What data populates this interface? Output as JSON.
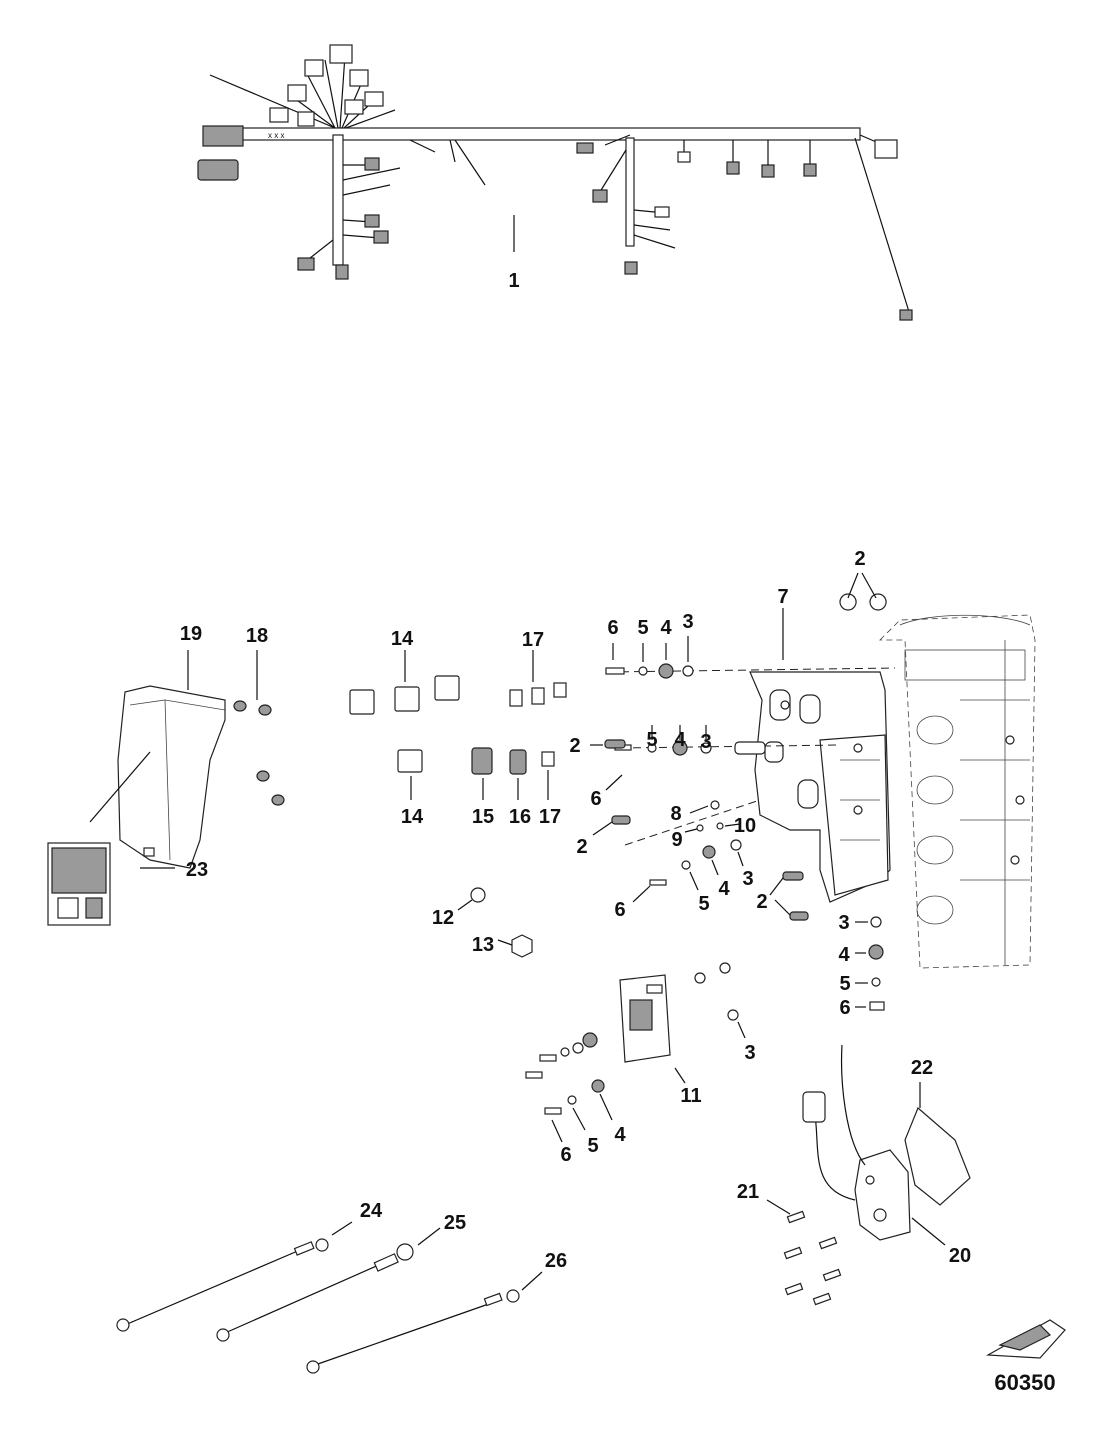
{
  "figure_number": "60350",
  "callouts": [
    {
      "id": "c1",
      "text": "1"
    },
    {
      "id": "c2a",
      "text": "2"
    },
    {
      "id": "c2b",
      "text": "2"
    },
    {
      "id": "c2c",
      "text": "2"
    },
    {
      "id": "c2d",
      "text": "2"
    },
    {
      "id": "c3a",
      "text": "3"
    },
    {
      "id": "c3b",
      "text": "3"
    },
    {
      "id": "c3c",
      "text": "3"
    },
    {
      "id": "c3d",
      "text": "3"
    },
    {
      "id": "c3e",
      "text": "3"
    },
    {
      "id": "c4a",
      "text": "4"
    },
    {
      "id": "c4b",
      "text": "4"
    },
    {
      "id": "c4c",
      "text": "4"
    },
    {
      "id": "c4d",
      "text": "4"
    },
    {
      "id": "c4e",
      "text": "4"
    },
    {
      "id": "c5a",
      "text": "5"
    },
    {
      "id": "c5b",
      "text": "5"
    },
    {
      "id": "c5c",
      "text": "5"
    },
    {
      "id": "c5d",
      "text": "5"
    },
    {
      "id": "c5e",
      "text": "5"
    },
    {
      "id": "c6a",
      "text": "6"
    },
    {
      "id": "c6b",
      "text": "6"
    },
    {
      "id": "c6c",
      "text": "6"
    },
    {
      "id": "c6d",
      "text": "6"
    },
    {
      "id": "c6e",
      "text": "6"
    },
    {
      "id": "c7",
      "text": "7"
    },
    {
      "id": "c8",
      "text": "8"
    },
    {
      "id": "c9",
      "text": "9"
    },
    {
      "id": "c10",
      "text": "10"
    },
    {
      "id": "c11",
      "text": "11"
    },
    {
      "id": "c12",
      "text": "12"
    },
    {
      "id": "c13",
      "text": "13"
    },
    {
      "id": "c14a",
      "text": "14"
    },
    {
      "id": "c14b",
      "text": "14"
    },
    {
      "id": "c15",
      "text": "15"
    },
    {
      "id": "c16",
      "text": "16"
    },
    {
      "id": "c17a",
      "text": "17"
    },
    {
      "id": "c17b",
      "text": "17"
    },
    {
      "id": "c18",
      "text": "18"
    },
    {
      "id": "c19",
      "text": "19"
    },
    {
      "id": "c20",
      "text": "20"
    },
    {
      "id": "c21",
      "text": "21"
    },
    {
      "id": "c22",
      "text": "22"
    },
    {
      "id": "c23",
      "text": "23"
    },
    {
      "id": "c24",
      "text": "24"
    },
    {
      "id": "c25",
      "text": "25"
    },
    {
      "id": "c26",
      "text": "26"
    }
  ]
}
